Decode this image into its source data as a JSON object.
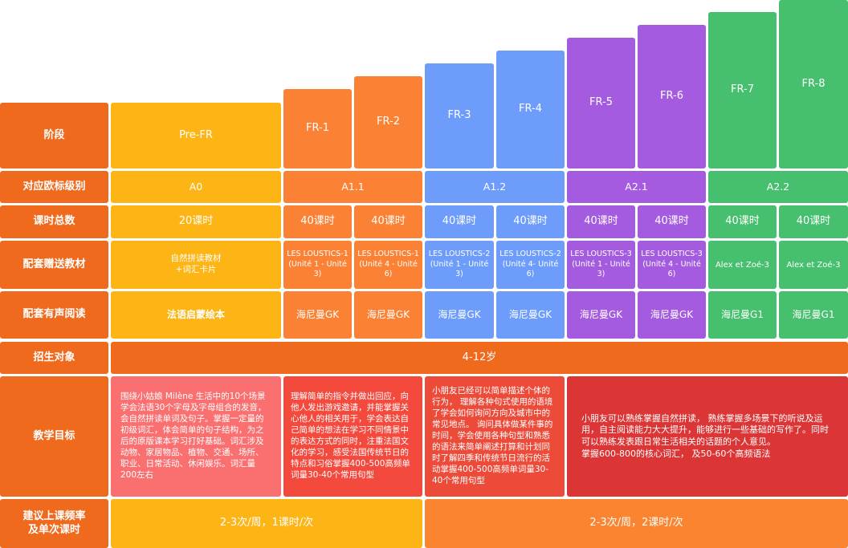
{
  "colors": {
    "header": "#f06a1e",
    "prefr": "#fdb515",
    "fr12": "#fb8234",
    "fr34": "#6d9cfb",
    "fr56": "#a55be0",
    "fr78": "#46c06e",
    "goal_prefr": "#fa7070",
    "goal_fr12": "#f4493d",
    "goal_fr34": "#ec4b3a",
    "goal_fr58": "#dc3535",
    "enroll": "#f06a1e",
    "freq_a": "#fdb515",
    "freq_b": "#fa8430"
  },
  "rows": {
    "stage": "阶段",
    "cefr": "对应欧标级别",
    "hours": "课时总数",
    "materials": "配套赠送教材",
    "reading": "配套有声阅读",
    "enrollment": "招生对象",
    "goals": "教学目标",
    "frequency": "建议上课频率\n及单次课时"
  },
  "stages": [
    "Pre-FR",
    "FR-1",
    "FR-2",
    "FR-3",
    "FR-4",
    "FR-5",
    "FR-6",
    "FR-7",
    "FR-8"
  ],
  "cefr": [
    "A0",
    "A1.1",
    "A1.2",
    "A2.1",
    "A2.2"
  ],
  "hours": [
    "20课时",
    "40课时",
    "40课时",
    "40课时",
    "40课时",
    "40课时",
    "40课时",
    "40课时",
    "40课时"
  ],
  "materials": [
    "自然拼读教材\n+词汇卡片",
    "LES LOUSTICS-1\n(Unité 1 - Unité 3)",
    "LES LOUSTICS-1\n(Unité 4 - Unité 6)",
    "LES LOUSTICS-2\n(Unité 1 - Unité 3)",
    "LES LOUSTICS-2\n(Unité 4- Unité 6)",
    "LES LOUSTICS-3\n(Unité 1 - Unité 3)",
    "LES LOUSTICS-3\n(Unité 4 - Unité 6)",
    "Alex et Zoé-3",
    "Alex et Zoé-3"
  ],
  "reading": [
    "法语启蒙绘本",
    "海尼曼GK",
    "海尼曼GK",
    "海尼曼GK",
    "海尼曼GK",
    "海尼曼GK",
    "海尼曼GK",
    "海尼曼G1",
    "海尼曼G1"
  ],
  "enrollment": "4-12岁",
  "goals": [
    "围绕小姑娘 Milène 生活中的10个场景学会法语30个字母及字母组合的发音，会自然拼读单词及句子。掌握一定量的初级词汇，体会简单的句子结构，为之后的原版课本学习打好基础。词汇涉及动物、家居物品、植物、交通、场所、职业、日常活动、休闲娱乐。词汇量200左右",
    "理解简单的指令并做出回应，向他人发出游戏邀请，并能掌握关心他人的相关用于，学会表达自己简单的想法在学习不同情景中的表达方式的同时，注重法国文化的学习，感受法国传统节日的特点和习俗掌握400-500高频单词量30-40个常用句型",
    "小朋友已经可以简单描述个体的行为， 理解各种句式使用的语境了学会如何询问方向及城市中的常见地点。 询问具体做某件事的时间，学会使用各种句型和熟悉的语法来简单阐述打算和计划同时了解四季和传统节日流行的活动掌握400-500高频单词量30-40个常用句型",
    "小朋友可以熟练掌握自然拼读， 熟练掌握多场景下的听说及运用，自主阅读能力大大提升，能够进行一些基础的写作了。同时可以熟练发表跟日常生活相关的话题的个人意见。\n掌握600-800的核心词汇， 及50-60个高频语法"
  ],
  "frequency": [
    "2-3次/周，1课时/次",
    "2-3次/周，2课时/次"
  ]
}
